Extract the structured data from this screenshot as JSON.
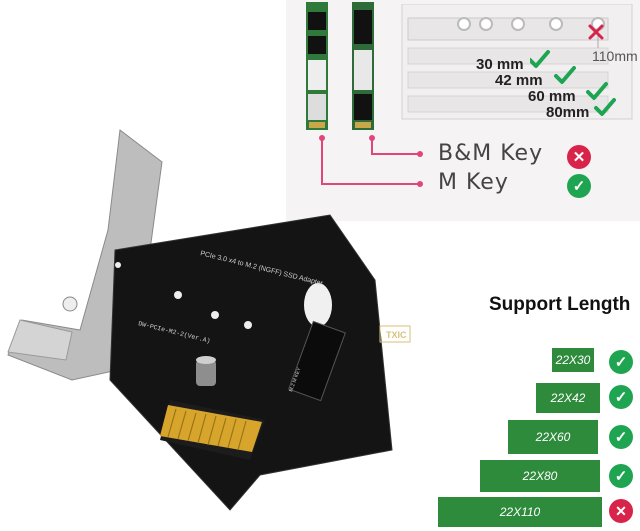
{
  "inset": {
    "length_labels": [
      "30 mm",
      "42 mm",
      "60 mm",
      "80mm"
    ],
    "length_110": "110mm",
    "key_bm": "B&M Key",
    "key_m": "M Key"
  },
  "support": {
    "title": "Support Length",
    "bars": [
      {
        "label": "22X30",
        "ok": true
      },
      {
        "label": "22X42",
        "ok": true
      },
      {
        "label": "22X60",
        "ok": true
      },
      {
        "label": "22X80",
        "ok": true
      },
      {
        "label": "22X110",
        "ok": false
      }
    ]
  },
  "card": {
    "title_text": "PCIe 3.0 x4 to M.2 (NGFF) SSD Adapter",
    "model": "DW-PCIe-M2-2(Ver.A)",
    "logo": "TXIC",
    "slot_label": "M.2 M KEY"
  },
  "colors": {
    "check_green": "#1fa552",
    "cross_red": "#d8244b",
    "bar_green": "#2e8b3c",
    "pink_line": "#e0457b"
  }
}
